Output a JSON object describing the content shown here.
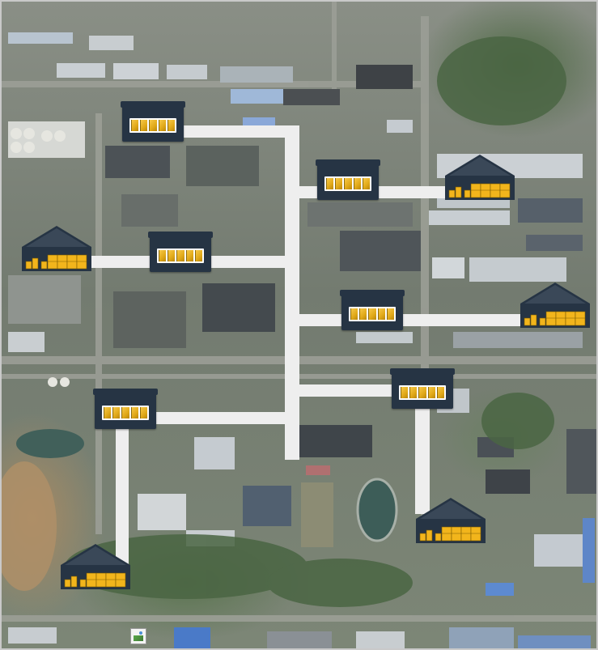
{
  "map": {
    "type": "industrial-site-logistics-overlay",
    "basemap": "satellite",
    "conveyor_color": "#eeeeee",
    "station_color": "#263444",
    "warehouse_roof_color": "#263444",
    "crate_color": "#f2b51c"
  },
  "stations": [
    {
      "id": "station-1",
      "icon": "conveyor-station-icon"
    },
    {
      "id": "station-2",
      "icon": "conveyor-station-icon"
    },
    {
      "id": "station-3",
      "icon": "conveyor-station-icon"
    },
    {
      "id": "station-4",
      "icon": "conveyor-station-icon"
    },
    {
      "id": "station-5",
      "icon": "conveyor-station-icon"
    },
    {
      "id": "station-6",
      "icon": "conveyor-station-icon"
    }
  ],
  "warehouses": [
    {
      "id": "warehouse-1",
      "icon": "warehouse-icon"
    },
    {
      "id": "warehouse-2",
      "icon": "warehouse-icon"
    },
    {
      "id": "warehouse-3",
      "icon": "warehouse-icon"
    },
    {
      "id": "warehouse-4",
      "icon": "warehouse-icon"
    },
    {
      "id": "warehouse-5",
      "icon": "warehouse-icon"
    }
  ],
  "broken_image": {
    "icon": "broken-image-icon"
  }
}
